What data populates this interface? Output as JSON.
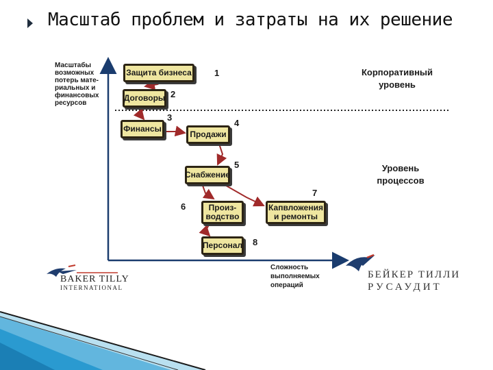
{
  "slide": {
    "title": "Масштаб проблем и затраты на их решение"
  },
  "diagram": {
    "y_axis_label": "Масштабы возможных потерь мате-риальных и финансовых ресурсов",
    "x_axis_label": "Сложность выполняемых операций",
    "zones": {
      "corporate": "Корпоративный уровень",
      "process": "Уровень процессов"
    },
    "boxes": [
      {
        "label": "Защита бизнеса",
        "number": "1"
      },
      {
        "label": "Договоры",
        "number": "2"
      },
      {
        "label": "Финансы",
        "number": "3"
      },
      {
        "label": "Продажи",
        "number": "4"
      },
      {
        "label": "Снабжение",
        "number": "5"
      },
      {
        "label": "Произ-\nводство",
        "number": "6"
      },
      {
        "label": "Капвложения\nи ремонты",
        "number": "7"
      },
      {
        "label": "Персонал",
        "number": "8"
      }
    ],
    "colors": {
      "box_fill": "#efe6a0",
      "box_border": "#2c2414",
      "arrow": "#a02a2a",
      "axis": "#1a3c6e",
      "corner_decoration": "#2a9ad0"
    }
  },
  "logos": {
    "left": {
      "line1": "BAKER TILLY",
      "line2": "INTERNATIONAL"
    },
    "right": {
      "line1": "БЕЙКЕР ТИЛЛИ",
      "line2": "РУСАУДИТ"
    }
  }
}
